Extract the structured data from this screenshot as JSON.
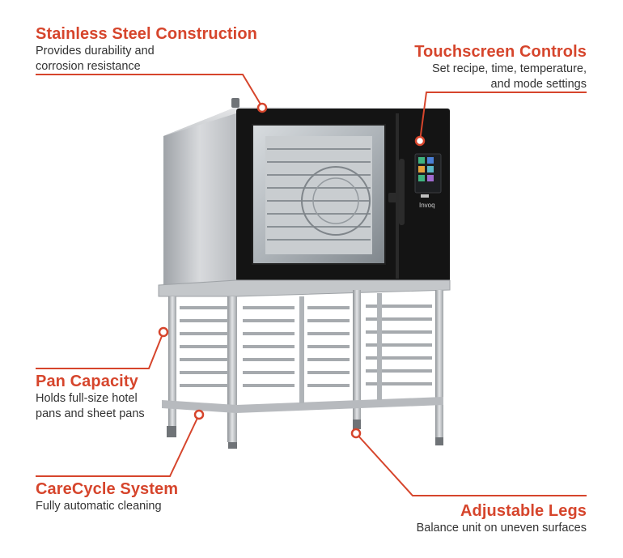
{
  "colors": {
    "accent": "#d6452c",
    "text": "#333333",
    "steel": "#c9cbce",
    "panel": "#121212"
  },
  "callouts": {
    "stainless": {
      "title": "Stainless Steel Construction",
      "desc_line1": "Provides durability and",
      "desc_line2": "corrosion resistance"
    },
    "touchscreen": {
      "title": "Touchscreen Controls",
      "desc_line1": "Set recipe, time, temperature,",
      "desc_line2": "and mode settings"
    },
    "pan": {
      "title": "Pan Capacity",
      "desc_line1": "Holds full-size hotel",
      "desc_line2": "pans and sheet pans"
    },
    "carecycle": {
      "title": "CareCycle System",
      "desc_line1": "Fully automatic cleaning"
    },
    "legs": {
      "title": "Adjustable Legs",
      "desc_line1": "Balance unit on uneven surfaces"
    }
  },
  "product": {
    "brand_logo": "Invoq"
  }
}
